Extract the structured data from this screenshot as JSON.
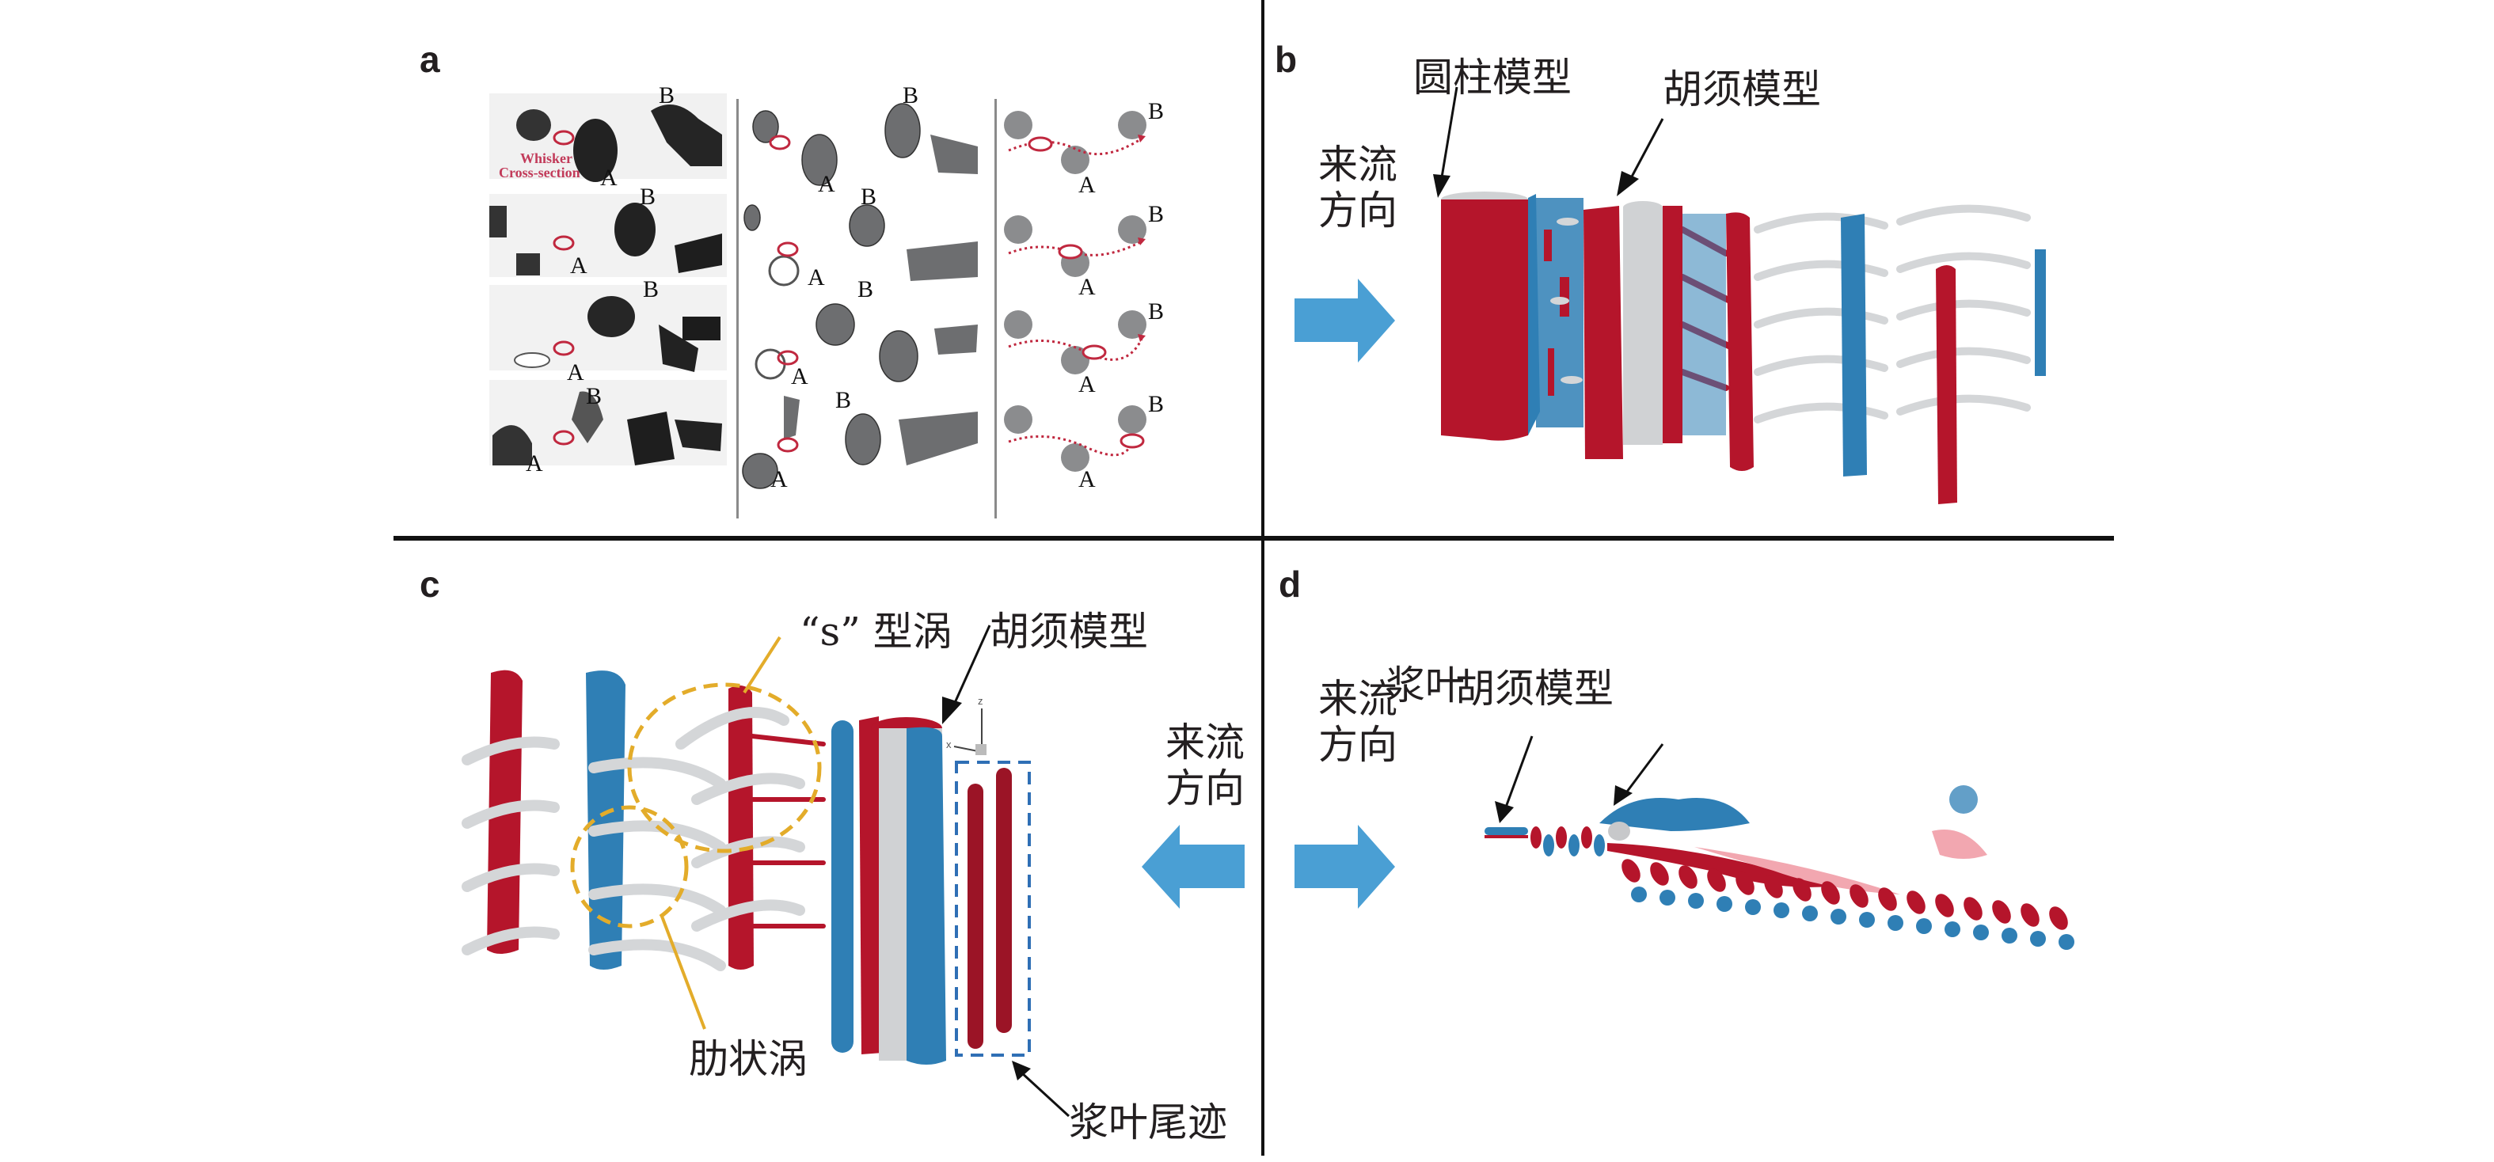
{
  "figure": {
    "colors": {
      "flow_arrow": "#4a9fd4",
      "vortex_red": "#b5152b",
      "vortex_blue": "#2f7fb5",
      "vortex_grey": "#d4d6d8",
      "highlight_yellow": "#e3ac2a",
      "dashed_box_blue": "#2f6fb5",
      "whisker_marker": "#c0283f"
    },
    "panels": {
      "a": {
        "letter": "a",
        "columns": [
          "experiment-photo",
          "processed-image",
          "schematic"
        ],
        "rows": [
          {
            "point_a": "A",
            "point_b": "B"
          },
          {
            "point_a": "A",
            "point_b": "B"
          },
          {
            "point_a": "A",
            "point_b": "B"
          },
          {
            "point_a": "A",
            "point_b": "B"
          }
        ],
        "whisker_label_line1": "Whisker",
        "whisker_label_line2": "Cross-section"
      },
      "b": {
        "letter": "b",
        "cylinder_label": "圆柱模型",
        "whisker_label": "胡须模型",
        "flow_label_line1": "来流",
        "flow_label_line2": "方向",
        "flow_arrow_direction": "right"
      },
      "c": {
        "letter": "c",
        "s_vortex_label": "“s” 型涡",
        "whisker_label": "胡须模型",
        "rib_vortex_label": "肋状涡",
        "flow_label_line1": "来流",
        "flow_label_line2": "方向",
        "paddle_wake_label": "浆叶尾迹",
        "axis_z": "z",
        "axis_x": "x",
        "flow_arrow_direction": "left"
      },
      "d": {
        "letter": "d",
        "flow_label_line1": "来流",
        "flow_label_line2": "方向",
        "paddle_label": "浆叶",
        "whisker_label": "胡须模型",
        "flow_arrow_direction": "right"
      }
    }
  }
}
